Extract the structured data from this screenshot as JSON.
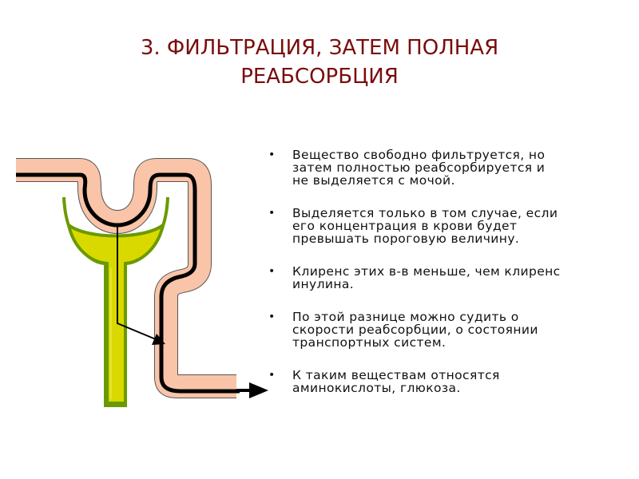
{
  "slide": {
    "title_line1": "3. ФИЛЬТРАЦИЯ, ЗАТЕМ ПОЛНАЯ",
    "title_line2": "РЕАБСОРБЦИЯ",
    "title_color": "#7a0c0c"
  },
  "bullets": [
    {
      "marker": "•",
      "lines": [
        "Вещество свободно фильтруется, но",
        "затем полностью реабсорбируется  и",
        "не выделяется с мочой."
      ]
    },
    {
      "marker": "•",
      "lines": [
        "Выделяется только в том случае, если",
        "его концентрация в крови будет",
        "превышать пороговую величину."
      ]
    },
    {
      "marker": "•",
      "lines": [
        "Клиренс этих в-в меньше, чем клиренс",
        "инулина."
      ]
    },
    {
      "marker": "•",
      "lines": [
        "По этой разнице можно судить о",
        "скорости реабсорбции, о состоянии",
        "транспортных систем."
      ]
    },
    {
      "marker": "•",
      "lines": [
        "К таким веществам относятся",
        "аминокислоты,  глюкоза."
      ]
    }
  ],
  "diagram": {
    "vessel_color": "#f9c4a8",
    "vessel_core_color": "#000000",
    "capsule_fill": "#d9d900",
    "capsule_stroke": "#6a9a00",
    "arrow_color": "#000000"
  }
}
